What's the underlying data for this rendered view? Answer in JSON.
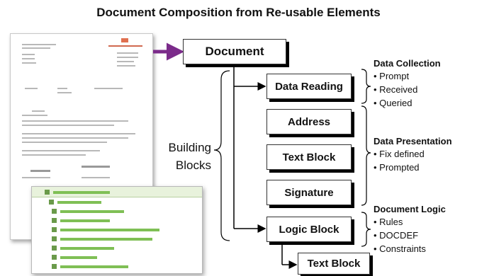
{
  "title": "Document Composition from Re-usable Elements",
  "root_box": "Document",
  "blocks": [
    "Data Reading",
    "Address",
    "Text Block",
    "Signature",
    "Logic Block"
  ],
  "sub_block": "Text Block",
  "building_blocks_label": [
    "Building",
    "Blocks"
  ],
  "groups": [
    {
      "heading": "Data Collection",
      "items": [
        "Prompt",
        "Received",
        "Queried"
      ]
    },
    {
      "heading": "Data Presentation",
      "items": [
        "Fix defined",
        "Prompted"
      ]
    },
    {
      "heading": "Document Logic",
      "items": [
        "Rules",
        "DOCDEF",
        "Constraints"
      ]
    }
  ],
  "colors": {
    "arrow": "#7b2b8a",
    "tree_green": "#7fbf55",
    "logo": "#e07050"
  }
}
